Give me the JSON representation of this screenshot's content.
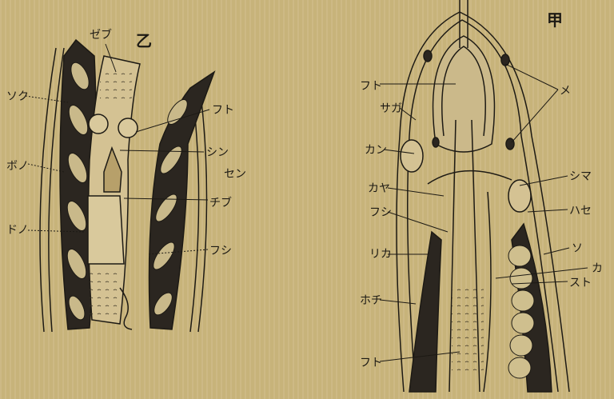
{
  "figures": {
    "left": {
      "title": "乙",
      "labels": {
        "zebu": "ゼブ",
        "soku": "ソク",
        "futo": "フト",
        "sin": "シン",
        "sen": "セン",
        "bono": "ボノ",
        "chibu": "チブ",
        "dono": "ドノ",
        "fushi": "フシ"
      }
    },
    "right": {
      "title": "甲",
      "labels": {
        "futo_top": "フト",
        "saga": "サガ",
        "kan": "カン",
        "kaya": "カヤ",
        "fushi": "フシ",
        "rika": "リカ",
        "hochi": "ホチ",
        "futo_bottom": "フト",
        "me": "メ",
        "shima": "シマ",
        "hase": "ハセ",
        "so": "ソ",
        "ka": "カ",
        "suto": "スト"
      }
    }
  },
  "colors": {
    "paper": "#c7b37a",
    "ink": "#1d1a14",
    "shade": "#2b2620"
  }
}
